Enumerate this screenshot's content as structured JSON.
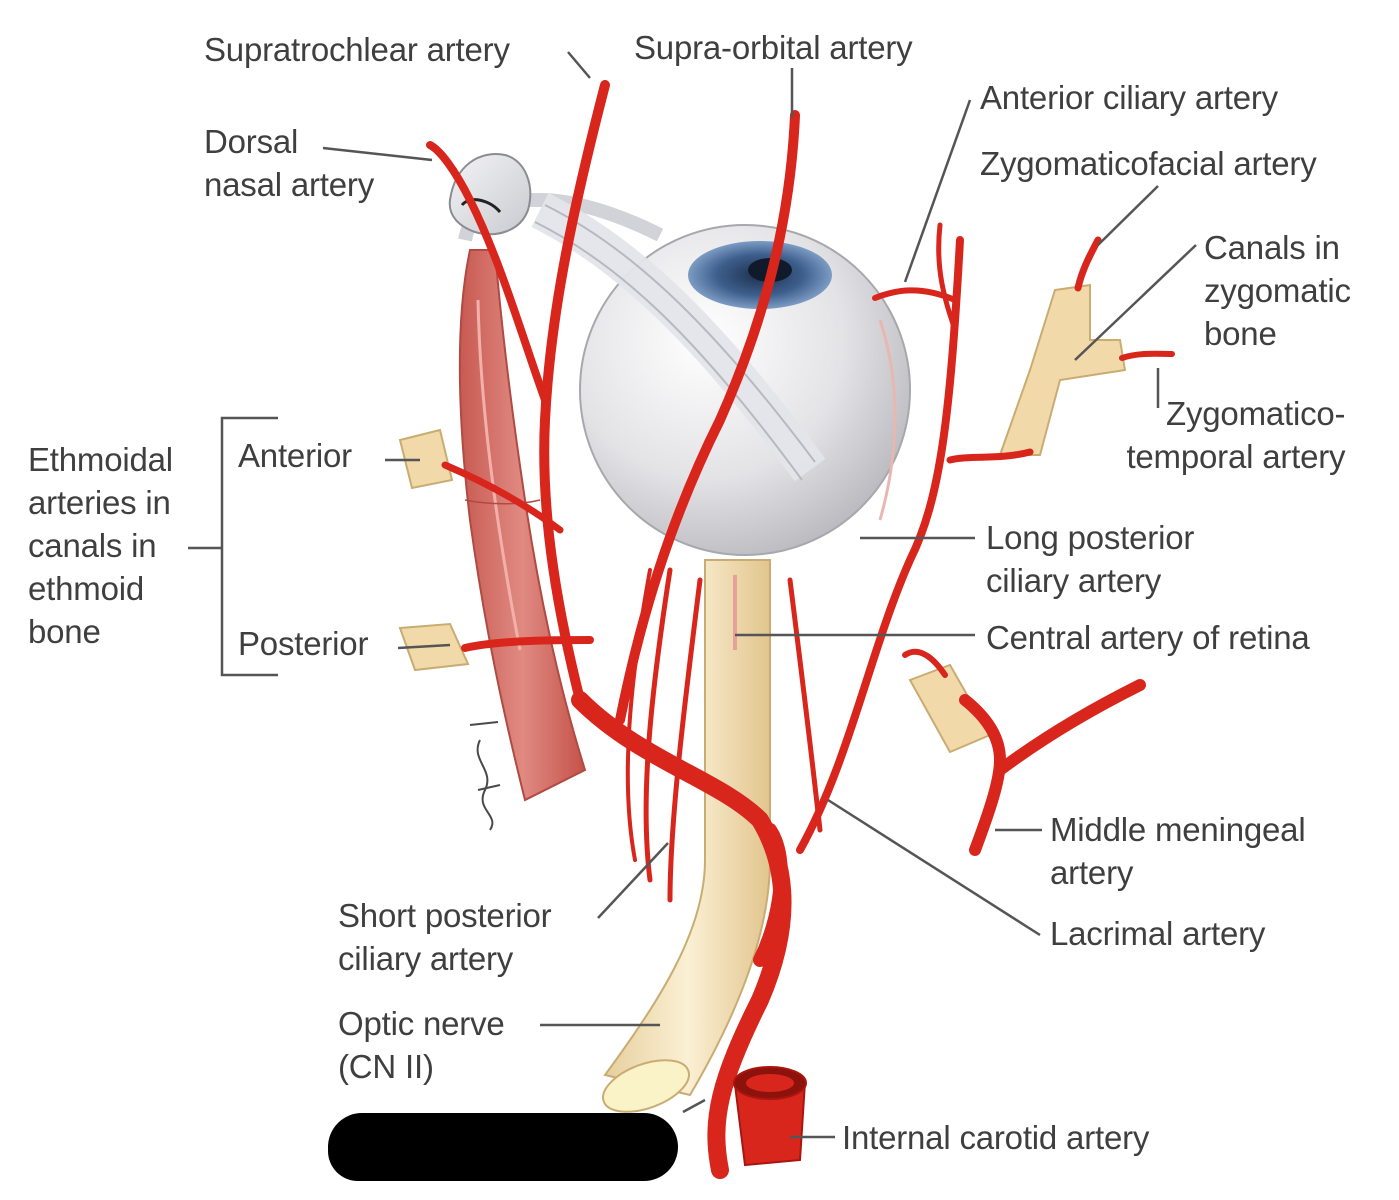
{
  "labels": {
    "supratrochlear": "Supratrochlear artery",
    "supraorbital": "Supra-orbital artery",
    "dorsal_nasal": [
      "Dorsal",
      "nasal artery"
    ],
    "anterior_ciliary": "Anterior ciliary artery",
    "zygomaticofacial": "Zygomaticofacial artery",
    "canals_zygomatic": [
      "Canals in",
      "zygomatic",
      "bone"
    ],
    "zygomaticotemporal": [
      "Zygomatico-",
      "temporal artery"
    ],
    "ethmoidal": [
      "Ethmoidal",
      "arteries in",
      "canals in",
      "ethmoid",
      "bone"
    ],
    "anterior": "Anterior",
    "posterior": "Posterior",
    "long_posterior_ciliary": [
      "Long posterior",
      "ciliary artery"
    ],
    "central_artery_retina": "Central artery of retina",
    "middle_meningeal": [
      "Middle meningeal",
      "artery"
    ],
    "lacrimal": "Lacrimal artery",
    "short_posterior_ciliary": [
      "Short posterior",
      "ciliary artery"
    ],
    "optic_nerve": [
      "Optic nerve",
      "(CN II)"
    ],
    "internal_carotid": "Internal carotid artery"
  },
  "colors": {
    "artery": "#d8261c",
    "artery_dark": "#a8160f",
    "muscle": "#d9756d",
    "nerve": "#f3e1b8",
    "bone_canal": "#f1d9aa",
    "eyeball": "#e6e6e8",
    "iris": "#3d5f8c",
    "leader_line": "#555555",
    "text": "#3f3f3f"
  }
}
